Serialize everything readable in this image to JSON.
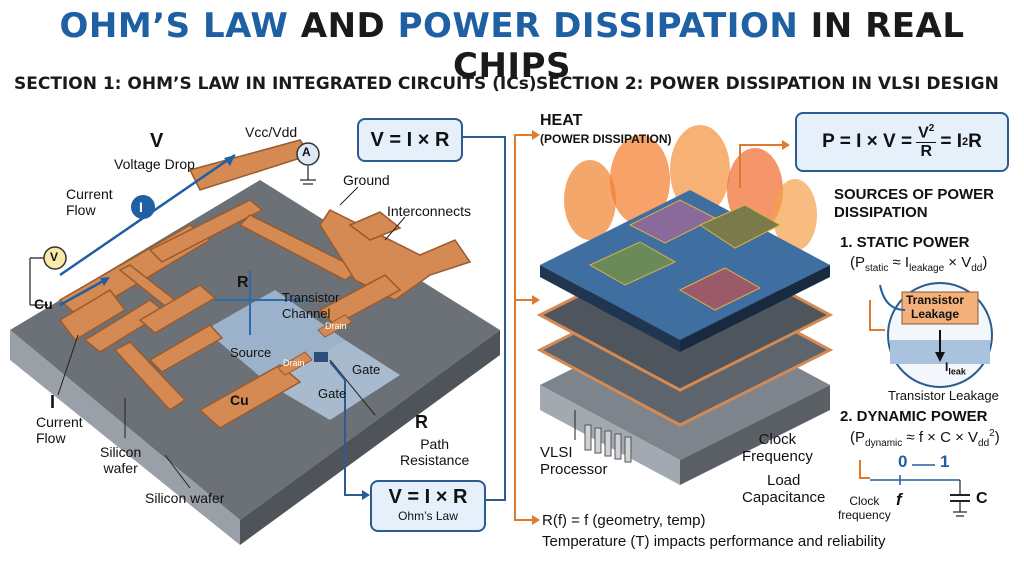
{
  "title": {
    "part1": "OHM’S LAW",
    "part2": "AND",
    "part3": "POWER DISSIPATION",
    "part4": "IN REAL CHIPS"
  },
  "section1": {
    "heading": "SECTION 1: OHM’S LAW IN INTEGRATED CIRCUITS (ICs)",
    "labels": {
      "v_symbol": "V",
      "voltage_drop": "Voltage Drop",
      "vcc": "Vcc/Vdd",
      "ammeter": "A",
      "current_flow_top": "Current\nFlow",
      "current_i_badge": "I",
      "ground": "Ground",
      "interconnects": "Interconnects",
      "voltmeter": "V",
      "cu_left": "Cu",
      "cu_bottom": "Cu",
      "r_symbol": "R",
      "transistor_channel": "Transistor\nChannel",
      "source": "Source",
      "drain_top": "Drain",
      "drain_mid": "Drain",
      "gate_right": "Gate",
      "gate_mid": "Gate",
      "i_symbol": "I",
      "current_flow_bottom": "Current\nFlow",
      "silicon_wafer_1": "Silicon\nwafer",
      "silicon_wafer_2": "Silicon wafer",
      "r_path": "R",
      "path_resistance": "Path\nResistance"
    },
    "formula_top": "V = I × R",
    "formula_bottom": "V = I × R",
    "formula_bottom_caption": "Ohm’s Law"
  },
  "section2": {
    "heading": "SECTION 2: POWER DISSIPATION IN VLSI DESIGN",
    "heat": "HEAT",
    "heat_sub": "(POWER DISSIPATION)",
    "power_formula": {
      "lhs": "P = I × V =",
      "num": "V",
      "num_exp": "2",
      "den": "R",
      "eq": "= I",
      "exp": "2",
      "tail": "R"
    },
    "sources_title": "SOURCES OF POWER\nDISSIPATION",
    "static_title": "1. STATIC POWER",
    "static_formula": {
      "p": "P",
      "p_sub": "static",
      "mid": " ≈ I",
      "mid_sub": "leakage",
      "tail": " × V",
      "tail_sub": "dd"
    },
    "transistor_leakage_box": "Transistor\nLeakage",
    "i_leak": "I",
    "i_leak_sub": "leak",
    "transistor_leakage_caption": "Transistor Leakage",
    "dynamic_title": "2. DYNAMIC POWER",
    "dynamic_formula": {
      "p": "P",
      "p_sub": "dynamic",
      "mid": " ≈ f × C × V",
      "mid_sub": "dd",
      "exp": "2"
    },
    "toggle_0": "0",
    "toggle_1": "1",
    "f_symbol": "f",
    "c_symbol": "C",
    "clock_frequency_small": "Clock\nfrequency",
    "clock_frequency": "Clock\nFrequency",
    "load_capacitance": "Load\nCapacitance",
    "vlsi_processor": "VLSI\nProcessor",
    "r_of_f": "R(f) = f (geometry, temp)",
    "temperature_note": "Temperature (T) impacts performance and reliability"
  },
  "colors": {
    "accent_blue": "#1f5fa3",
    "copper": "#d48a52",
    "orange": "#e07a2f",
    "box_fill": "#e6f0fb"
  }
}
